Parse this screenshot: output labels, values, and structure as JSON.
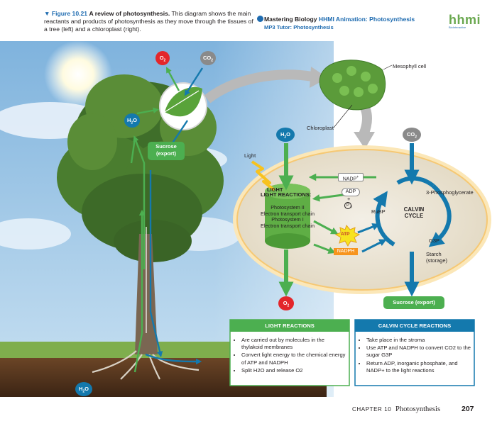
{
  "caption": {
    "figure_label": "Figure 10.21",
    "title": "A review of photosynthesis.",
    "text": "This diagram shows the main reactants and products of photosynthesis as they move through the tissues of a tree (left) and a chloroplast (right)."
  },
  "mastering": {
    "brand": "Mastering Biology",
    "animation": "HHMI Animation: Photosynthesis",
    "tutor": "MP3 Tutor: Photosynthesis"
  },
  "logo": {
    "text": "hhmi",
    "sub": "BioInteractive"
  },
  "tree": {
    "o2": "O2",
    "co2": "CO2",
    "h2o_leaf": "H2O",
    "sucrose": "Sucrose (export)",
    "h2o_root": "H2O"
  },
  "chloroplast": {
    "mesophyll": "Mesophyll cell",
    "chloroplast": "Chloroplast",
    "h2o": "H2O",
    "co2": "CO2",
    "light": "Light",
    "nadp": "NADP+",
    "adp": "ADP",
    "plus": "+",
    "pi": "P",
    "pi_sub": "i",
    "light_reactions_title": "LIGHT REACTIONS:",
    "light_lines": [
      "Photosystem II",
      "Electron transport chain",
      "Photosystem I",
      "Electron transport chain"
    ],
    "atp": "ATP",
    "nadph": "NADPH",
    "rubp": "RuBP",
    "calvin": "CALVIN CYCLE",
    "phosphoglycerate": "3-Phosphoglycerate",
    "g3p": "G3P",
    "starch": "Starch (storage)",
    "o2": "O2",
    "sucrose": "Sucrose (export)"
  },
  "boxes": {
    "light": {
      "title": "LIGHT REACTIONS",
      "items": [
        "Are carried out by molecules in the thylakoid membranes",
        "Convert light energy to the chemical energy of ATP and NADPH",
        "Split H2O and release O2"
      ]
    },
    "calvin": {
      "title": "CALVIN CYCLE REACTIONS",
      "items": [
        "Take place in the stroma",
        "Use ATP and NADPH to convert CO2 to the sugar G3P",
        "Return ADP, inorganic phosphate, and NADP+ to the light reactions"
      ]
    }
  },
  "footer": {
    "chapter": "CHAPTER 10",
    "title": "Photosynthesis",
    "page": "207"
  },
  "colors": {
    "green": "#4caf50",
    "blue": "#1479ad",
    "red": "#e3262b",
    "orange": "#f7941d",
    "gray": "#8a8a8a"
  }
}
